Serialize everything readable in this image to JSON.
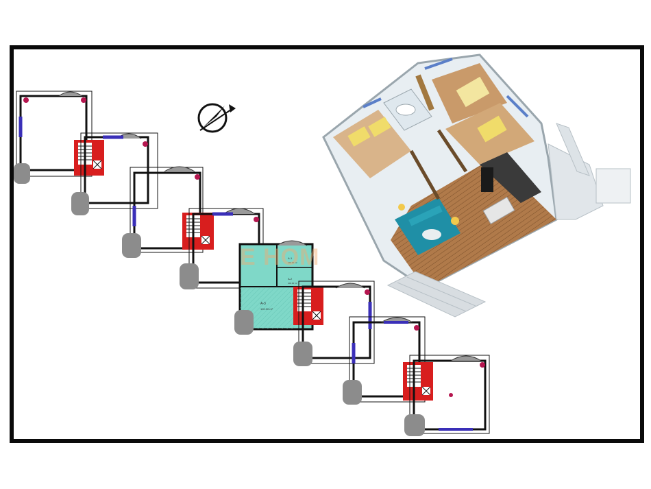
{
  "watermark": {
    "text": "E HOM"
  },
  "unit_labels": {
    "unit_a": "A-1",
    "unit_b": "A-2",
    "unit_c": "A-3",
    "area_a": "100.00 m²",
    "area_b": "100.00 m²",
    "area_c": "100.00 m²"
  },
  "colors": {
    "frame": "#0a0a0a",
    "wall": "#111111",
    "core": "#d81e1e",
    "window": "#3a2fb8",
    "column": "#b5164f",
    "highlight": "#7fd8c8",
    "balcony": "#8c8c8c",
    "wood": "#b07a4a",
    "sofa": "#2aa3b8"
  },
  "icons": {
    "compass": "compass-icon"
  }
}
